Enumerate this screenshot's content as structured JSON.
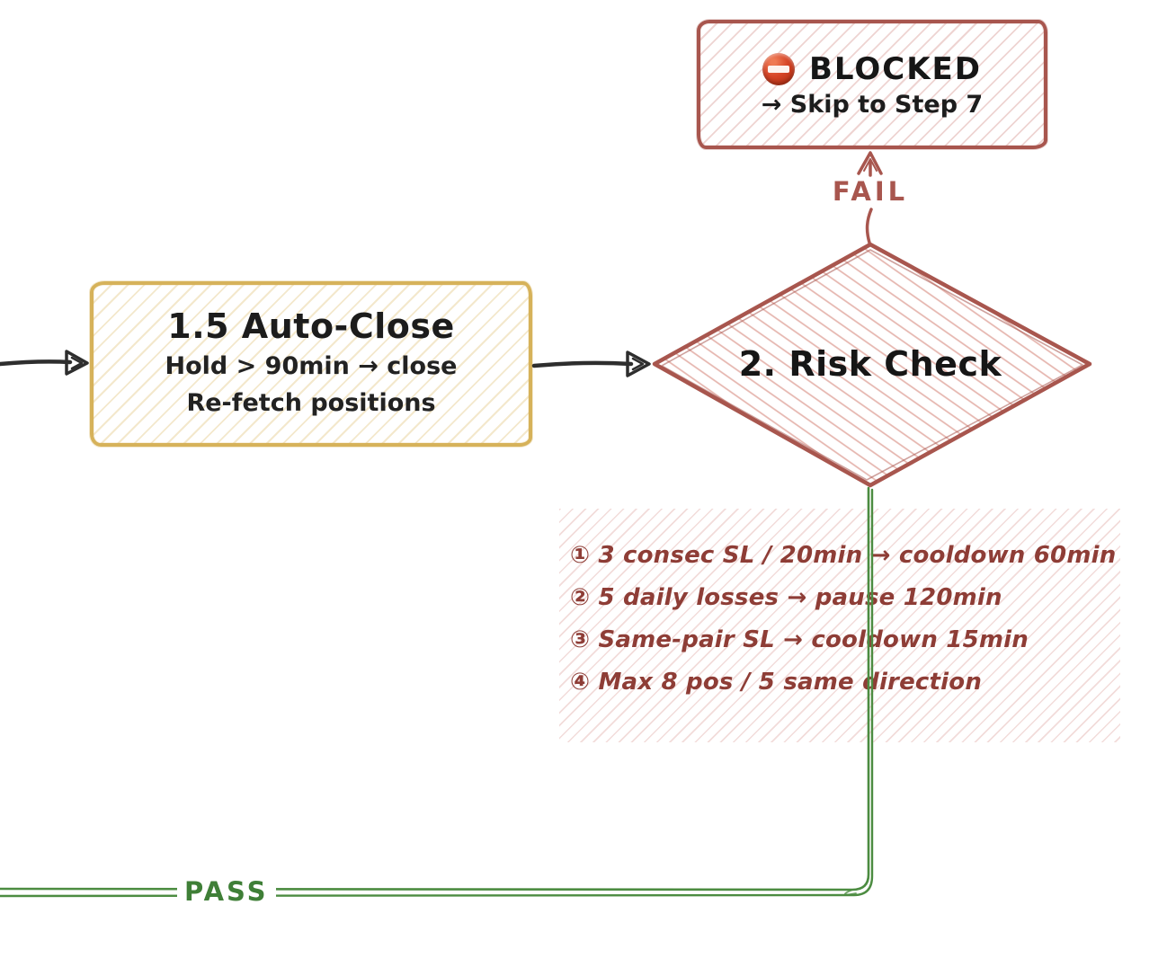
{
  "nodes": {
    "auto_close": {
      "title": "1.5 Auto-Close",
      "line1": "Hold > 90min → close",
      "line2": "Re-fetch positions"
    },
    "risk_check": {
      "title": "2. Risk Check"
    },
    "blocked": {
      "icon": "no-entry-icon",
      "title": "BLOCKED",
      "subtitle": "→ Skip to Step 7"
    }
  },
  "edges": {
    "fail_label": "FAIL",
    "pass_label": "PASS"
  },
  "rules": [
    "① 3 consec SL / 20min → cooldown 60min",
    "② 5 daily losses → pause 120min",
    "③ Same-pair SL → cooldown 15min",
    "④ Max 8 pos / 5 same direction"
  ],
  "colors": {
    "maroon": "#a8564e",
    "maroon_text": "#8e3d36",
    "gold": "#d6b25a",
    "green": "#4c8c41",
    "ink": "#222222"
  }
}
